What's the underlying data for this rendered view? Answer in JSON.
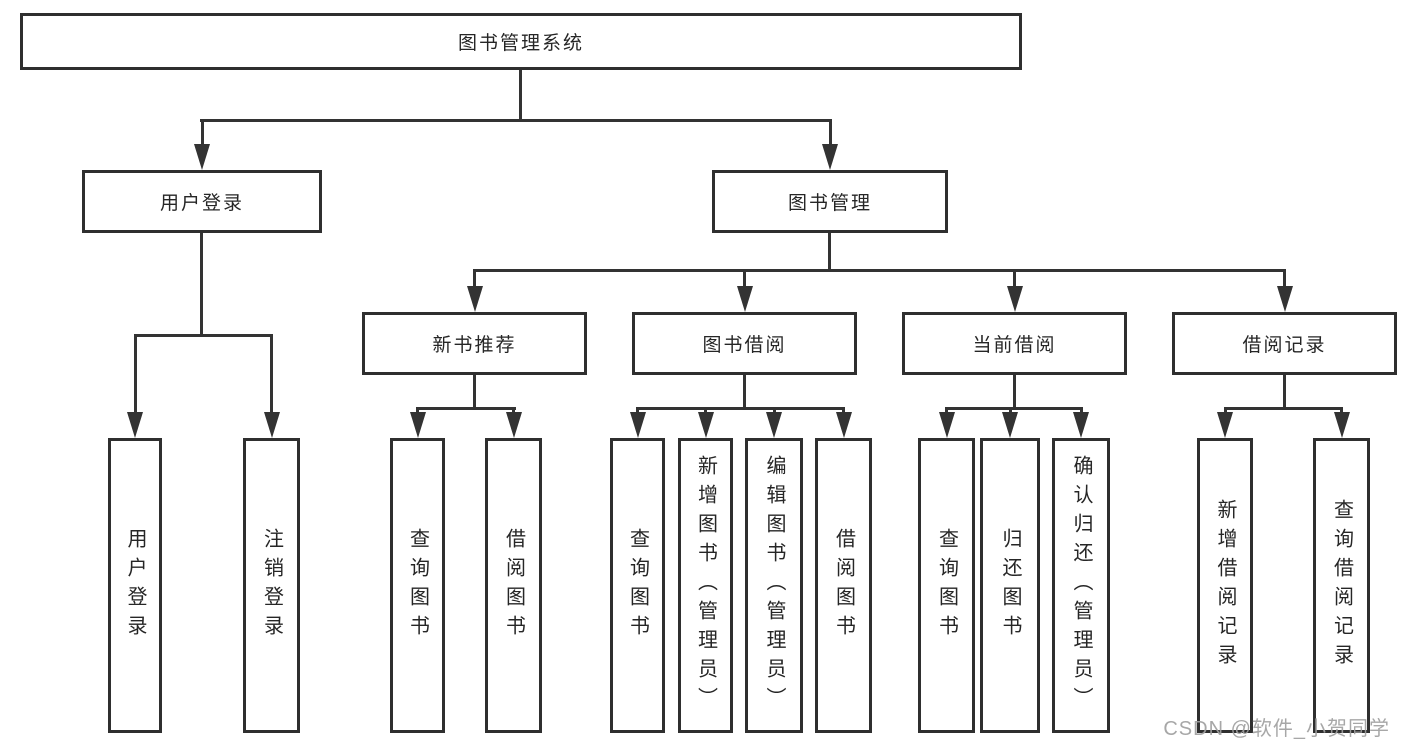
{
  "title": "图书管理系统",
  "level2": [
    {
      "label": "用户登录",
      "children": [
        {
          "label": "用户登录"
        },
        {
          "label": "注销登录"
        }
      ]
    },
    {
      "label": "图书管理",
      "children": [
        {
          "label": "新书推荐",
          "children": [
            {
              "label": "查询图书"
            },
            {
              "label": "借阅图书"
            }
          ]
        },
        {
          "label": "图书借阅",
          "children": [
            {
              "label": "查询图书"
            },
            {
              "label": "新增图书（管理员）"
            },
            {
              "label": "编辑图书（管理员）"
            },
            {
              "label": "借阅图书"
            }
          ]
        },
        {
          "label": "当前借阅",
          "children": [
            {
              "label": "查询图书"
            },
            {
              "label": "归还图书"
            },
            {
              "label": "确认归还（管理员）"
            }
          ]
        },
        {
          "label": "借阅记录",
          "children": [
            {
              "label": "新增借阅记录"
            },
            {
              "label": "查询借阅记录"
            }
          ]
        }
      ]
    }
  ],
  "watermark": "CSDN @软件_小贺同学",
  "colors": {
    "line": "#333333",
    "box_border": "#2f2f2f",
    "text": "#262626",
    "watermark": "#a0a0a0",
    "background": "#ffffff"
  }
}
